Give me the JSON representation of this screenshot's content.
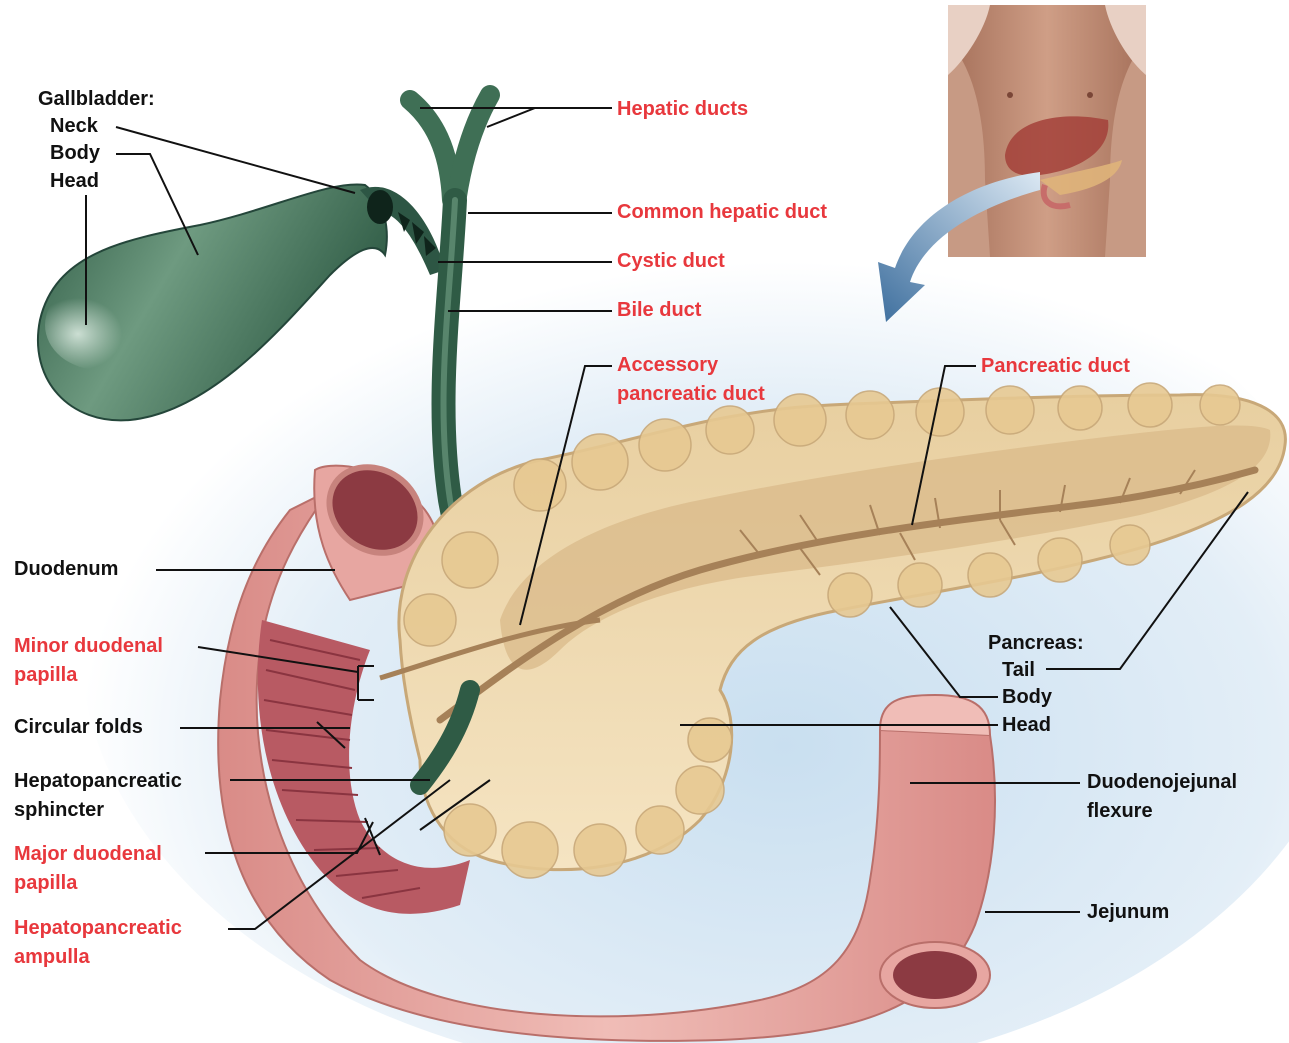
{
  "colors": {
    "label_black": "#111111",
    "label_red": "#e8383d",
    "gallbladder": "#3f6f55",
    "intestine": "#e7a6a1",
    "pancreas": "#efd7aa",
    "background_glow": "#c9dff0"
  },
  "gallbladder": {
    "title": "Gallbladder:",
    "neck": "Neck",
    "body": "Body",
    "head": "Head"
  },
  "ducts": {
    "hepatic": "Hepatic ducts",
    "common_hepatic": "Common hepatic duct",
    "cystic": "Cystic duct",
    "bile": "Bile duct",
    "accessory_pancreatic_1": "Accessory",
    "accessory_pancreatic_2": "pancreatic duct",
    "pancreatic": "Pancreatic duct"
  },
  "left_labels": {
    "duodenum": "Duodenum",
    "minor_papilla_1": "Minor duodenal",
    "minor_papilla_2": "papilla",
    "circular_folds": "Circular folds",
    "hp_sphincter_1": "Hepatopancreatic",
    "hp_sphincter_2": "sphincter",
    "major_papilla_1": "Major duodenal",
    "major_papilla_2": "papilla",
    "hp_ampulla_1": "Hepatopancreatic",
    "hp_ampulla_2": "ampulla"
  },
  "pancreas": {
    "title": "Pancreas:",
    "tail": "Tail",
    "body": "Body",
    "head": "Head"
  },
  "right_labels": {
    "duodenojejunal_1": "Duodenojejunal",
    "duodenojejunal_2": "flexure",
    "jejunum": "Jejunum"
  },
  "inset": {
    "icon": "torso-inset-image",
    "arrow_icon": "curved-arrow-icon"
  }
}
